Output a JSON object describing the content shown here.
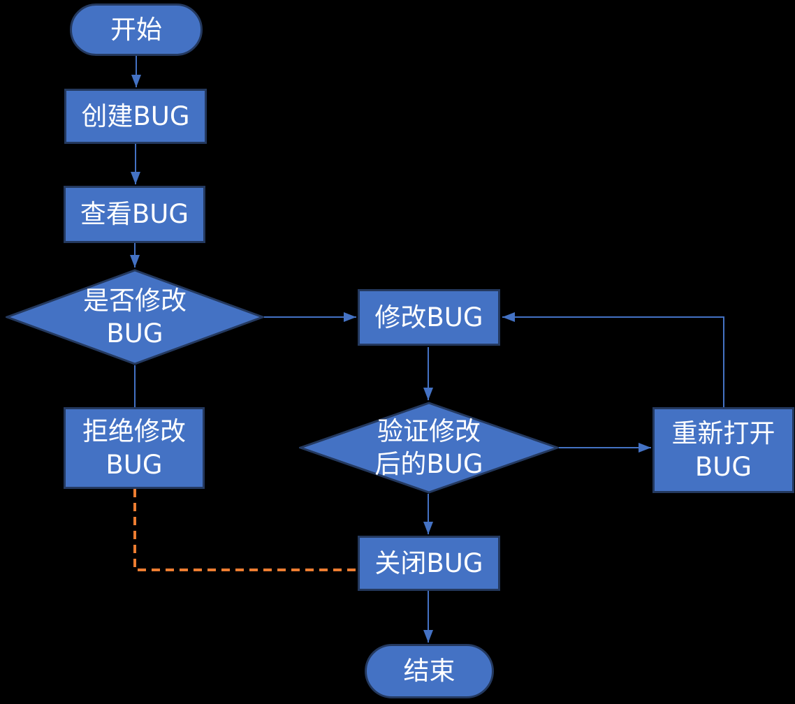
{
  "diagram": {
    "type": "flowchart",
    "background": "black",
    "language": "zh-CN"
  },
  "colors": {
    "background": "#000000",
    "node_fill": "#4472C4",
    "node_border": "#24395F",
    "connector_color": "#4472C4",
    "dashed_color": "#ED7D31",
    "text_color": "#FFFFFF"
  },
  "nodes": {
    "start": {
      "label": "开始",
      "shape": "terminator"
    },
    "create": {
      "label": "创建BUG",
      "shape": "process"
    },
    "view": {
      "label": "查看BUG",
      "shape": "process"
    },
    "decide_modify": {
      "label": "是否修改\nBUG",
      "shape": "decision"
    },
    "modify": {
      "label": "修改BUG",
      "shape": "process"
    },
    "reject": {
      "label": "拒绝修改\nBUG",
      "shape": "process"
    },
    "verify": {
      "label": "验证修改\n后的BUG",
      "shape": "decision"
    },
    "reopen": {
      "label": "重新打开\nBUG",
      "shape": "process"
    },
    "close": {
      "label": "关闭BUG",
      "shape": "process"
    },
    "end": {
      "label": "结束",
      "shape": "terminator"
    }
  },
  "edges": [
    {
      "from": "start",
      "to": "create",
      "style": "solid-arrow"
    },
    {
      "from": "create",
      "to": "view",
      "style": "solid-arrow"
    },
    {
      "from": "view",
      "to": "decide_modify",
      "style": "solid-arrow"
    },
    {
      "from": "decide_modify",
      "to": "modify",
      "style": "solid-arrow"
    },
    {
      "from": "modify",
      "to": "verify",
      "style": "solid-arrow"
    },
    {
      "from": "verify",
      "to": "reopen",
      "style": "solid-arrow"
    },
    {
      "from": "reopen",
      "to": "modify",
      "style": "solid-arrow-elbow"
    },
    {
      "from": "verify",
      "to": "close",
      "style": "solid-arrow"
    },
    {
      "from": "close",
      "to": "end",
      "style": "solid-arrow"
    },
    {
      "from": "decide_modify",
      "to": "reject",
      "style": "solid-line"
    },
    {
      "from": "reject",
      "to": "close",
      "style": "dashed-line-elbow"
    }
  ]
}
